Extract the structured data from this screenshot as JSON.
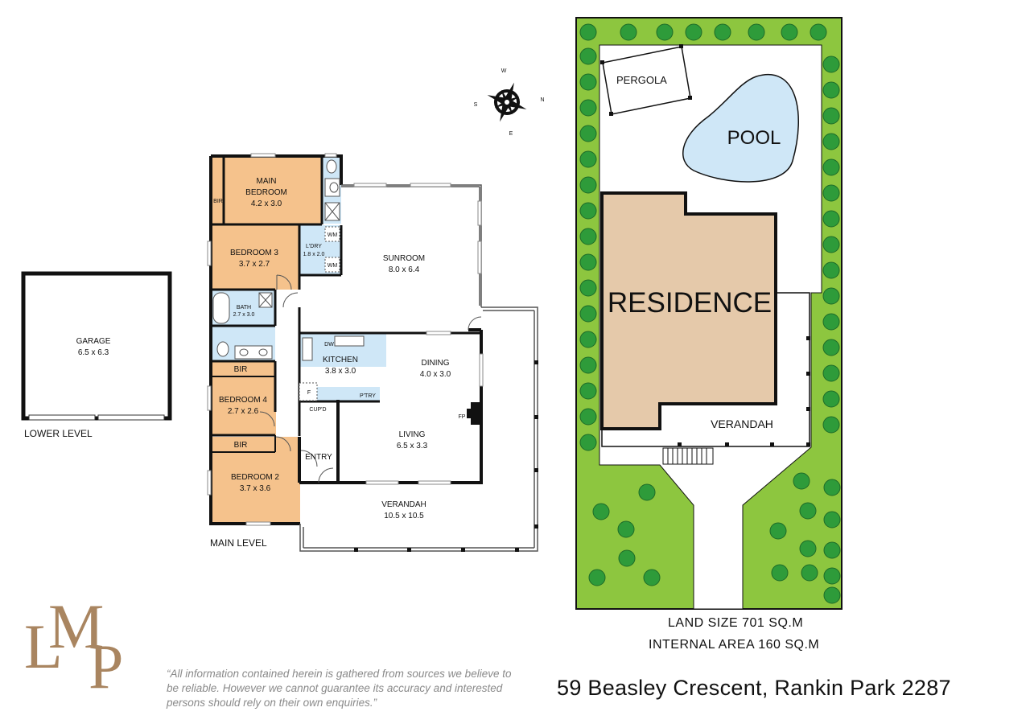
{
  "rooms": {
    "main_bedroom": {
      "name": "MAIN BEDROOM",
      "name_line1": "MAIN",
      "name_line2": "BEDROOM",
      "size": "4.2 x 3.0"
    },
    "bedroom3": {
      "name": "BEDROOM 3",
      "size": "3.7 x 2.7"
    },
    "bedroom4": {
      "name": "BEDROOM 4",
      "size": "2.7 x 2.6"
    },
    "bedroom2": {
      "name": "BEDROOM 2",
      "size": "3.7 x 3.6"
    },
    "laundry": {
      "name": "L'DRY",
      "size": "1.8 x 2.0"
    },
    "bath": {
      "name": "BATH",
      "size": "2.7 x 3.0"
    },
    "sunroom": {
      "name": "SUNROOM",
      "size": "8.0 x 6.4"
    },
    "kitchen": {
      "name": "KITCHEN",
      "size": "3.8 x 3.0"
    },
    "dining": {
      "name": "DINING",
      "size": "4.0 x 3.0"
    },
    "living": {
      "name": "LIVING",
      "size": "6.5 x 3.3"
    },
    "verandah": {
      "name": "VERANDAH",
      "size": "10.5 x 10.5"
    },
    "entry": {
      "name": "ENTRY"
    },
    "garage": {
      "name": "GARAGE",
      "size": "6.5 x 6.3"
    }
  },
  "fixtures": {
    "bir": "BIR",
    "wm": "WM",
    "dw": "DW",
    "fridge": "F",
    "pantry": "P'TRY",
    "cupboard": "CUP'D",
    "fireplace": "FP"
  },
  "levels": {
    "lower": "LOWER LEVEL",
    "main": "MAIN LEVEL"
  },
  "compass": {
    "n": "N",
    "s": "S",
    "e": "E",
    "w": "W"
  },
  "site_plan": {
    "pergola": "PERGOLA",
    "pool": "POOL",
    "residence": "RESIDENCE",
    "verandah": "VERANDAH"
  },
  "info": {
    "land_size": "LAND SIZE 701 SQ.M",
    "internal_area": "INTERNAL AREA 160 SQ.M",
    "address": "59 Beasley Crescent, Rankin Park 2287",
    "disclaimer": "“All information contained herein is gathered from sources we believe to be reliable. However we cannot guarantee its accuracy and interested persons should rely on their own enquiries.”"
  },
  "logo": {
    "text": "LMP"
  },
  "colors": {
    "bedroom_fill": "#f5c28c",
    "wet_area_fill": "#cfe7f7",
    "lawn": "#8dc63f",
    "tree": "#2e9b3a",
    "pool": "#cfe7f7",
    "residence": "#e5c9aa",
    "logo_bronze": "#a98560"
  }
}
